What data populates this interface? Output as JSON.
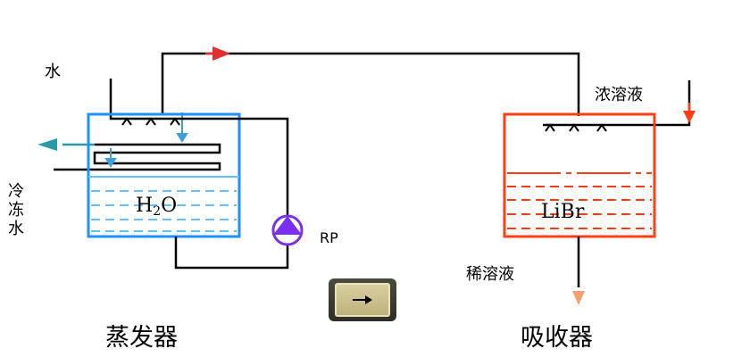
{
  "labels": {
    "water": "水",
    "chilled_water": [
      "冷",
      "冻",
      "水"
    ],
    "h2o_main": "H",
    "h2o_sub": "2",
    "h2o_tail": "O",
    "libr": "LiBr",
    "pump": "RP",
    "concentrated_solution": "浓溶液",
    "dilute_solution": "稀溶液",
    "evaporator": "蒸发器",
    "absorber": "吸收器"
  },
  "icons": {
    "next_button": "arrow-right-icon"
  },
  "colors": {
    "evaporator": "#1e90ff",
    "evaporator_liquid": "#5cc4ff",
    "absorber": "#ff3c14",
    "vapor_arrow": "#e03030",
    "chilled_out_arrow": "#2a9aa6",
    "pump": "#7a2ef0",
    "concentrated_arrow": "#ff3c14",
    "dilute_arrow": "#f4a070",
    "line": "#000000"
  }
}
